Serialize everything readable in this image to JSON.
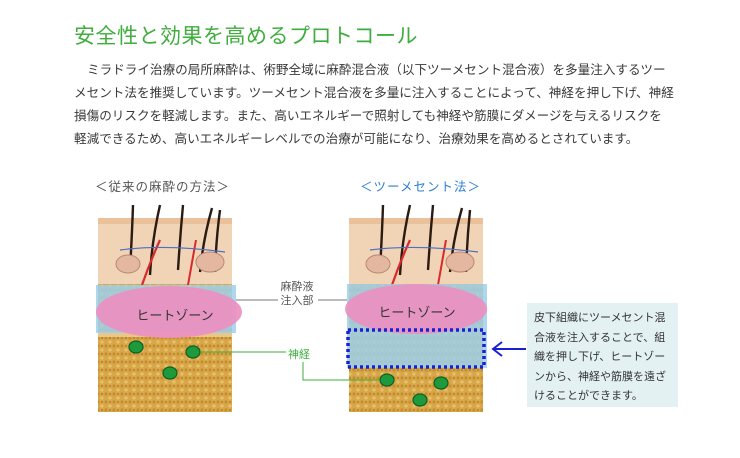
{
  "title": "安全性と効果を高めるプロトコール",
  "paragraph": "ミラドライ治療の局所麻酔は、術野全域に麻酔混合液（以下ツーメセント混合液）を多量注入するツーメセント法を推奨しています。ツーメセント混合液を多量に注入することによって、神経を押し下げ、神経損傷のリスクを軽減します。また、高いエネルギーで照射しても神経や筋膜にダメージを与えるリスクを軽減できるため、高いエネルギーレベルでの治療が可能になり、治療効果を高めるとされています。",
  "figure": {
    "left_caption": "＜従来の麻酔の方法＞",
    "right_caption": "＜ツーメセント法＞",
    "anesthetic_label": "麻酔液注入部",
    "nerve_label": "神経",
    "heat_zone_label": "ヒートゾーン",
    "callout": "皮下組織にツーメセント混合液を注入することで、組織を押し下げ、ヒートゾーンから、神経や筋膜を遠ざけることができます。"
  },
  "colors": {
    "title": "#3fae3f",
    "right_caption": "#2d7fd4",
    "heat_zone": "#ec8fc0",
    "anesthetic_band": "#9dd0ec",
    "dotted_border": "#1a1fd0",
    "nerve": "#1e9a3c",
    "callout_bg": "#e3f1f3"
  }
}
